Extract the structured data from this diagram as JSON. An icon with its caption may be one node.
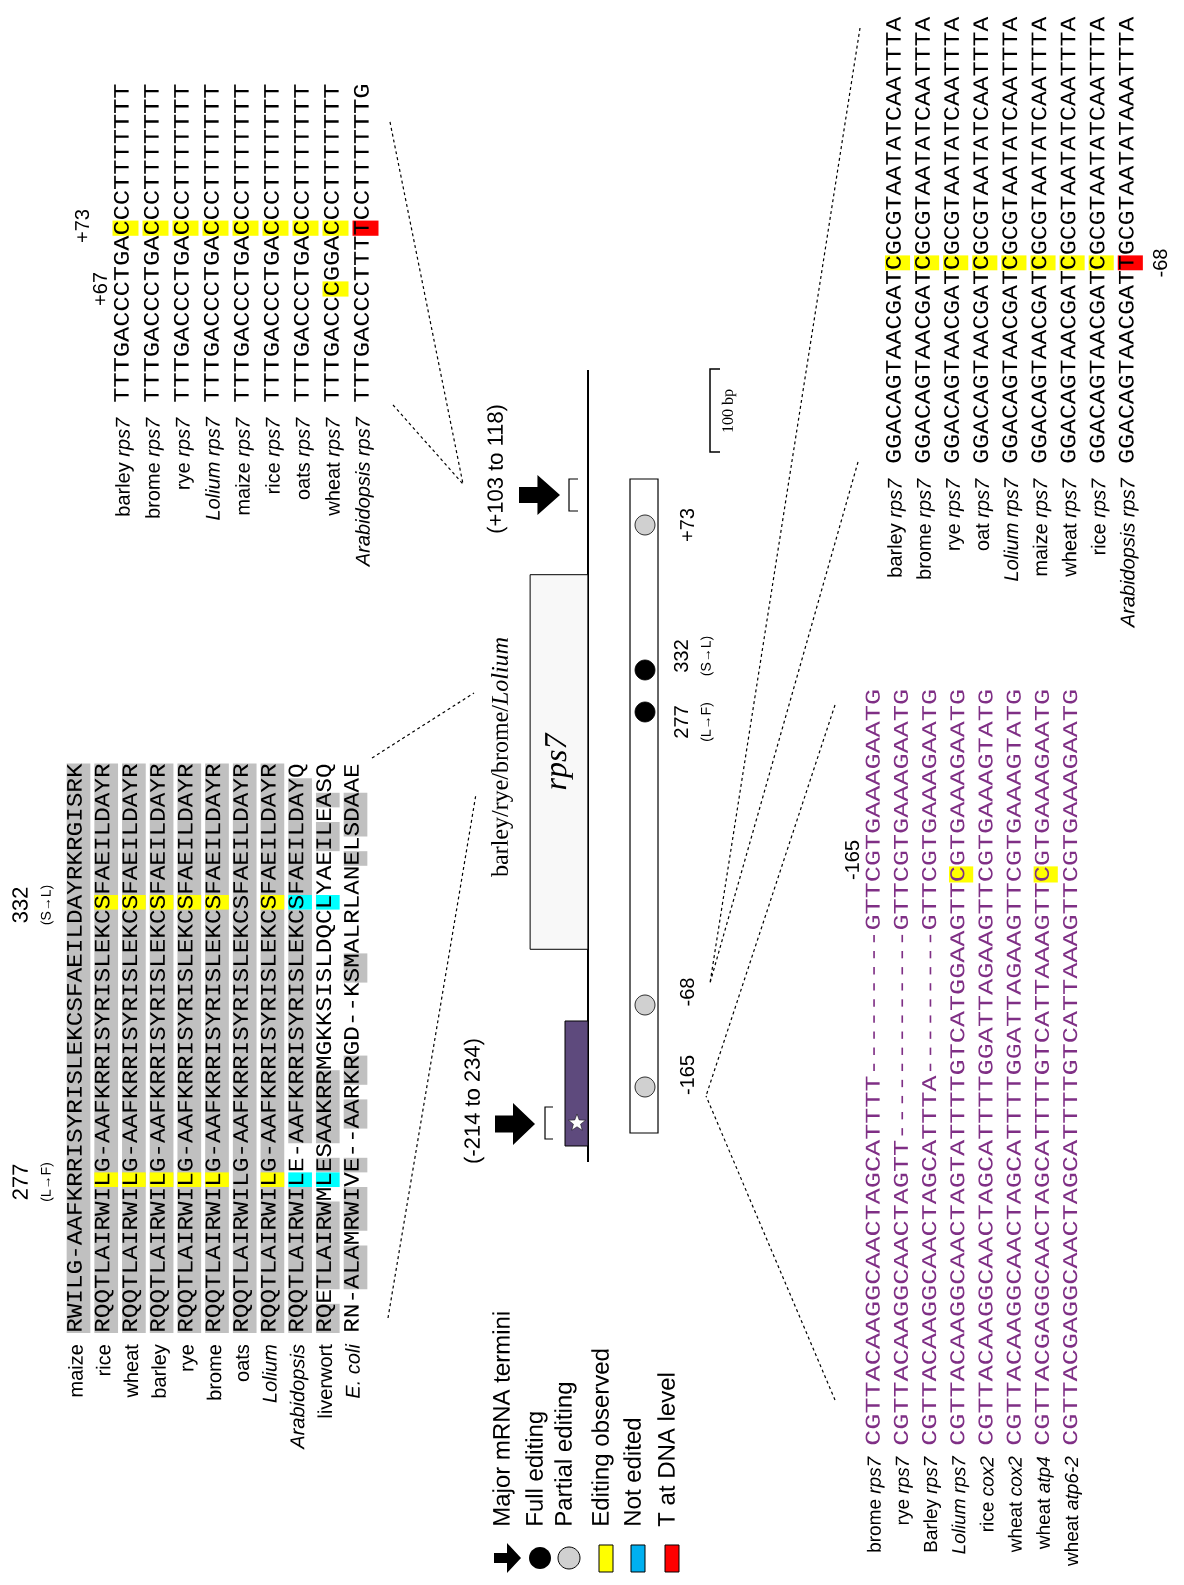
{
  "diagram": {
    "nodes": [
      {
        "text": [
          "rps7"
        ]
      }
    ],
    "labels": [
      "277",
      "(L→F)",
      "332",
      "(S→L)",
      "maize",
      "rice",
      "wheat",
      "barley",
      "rye",
      "brome",
      "oats",
      "Lolium",
      "Arabidopsis",
      "liverwort",
      "E. coli",
      "RWILG-AAFKRRISYRISLEKCSFAEILDAYRKRGISRK",
      "RQQTLAIRWILG-AAFKRRISYRISLEKCSFAEILDAYR",
      "RQQTLAIRWILG-AAFKRRISYRISLEKCSFAEILDAYR",
      "RQQTLAIRWILG-AAFKRRISYRISLEKCSFAEILDAYR",
      "RQQTLAIRWILG-AAFKRRISYRISLEKCSFAEILDAYR",
      "RQQTLAIRWILG-AAFKRRISYRISLEKCSFAEILDAYR",
      "RQQTLAIRWILG-AAFKRRISYRISLEKCSFAEILDAYR",
      "RQQTLAIRWILG-AAFKRRISYRISLEKCSFAEILDAYR",
      "RQQTLAIRWILE-AAFKRRISYRISLEKCSFAEILDAYQ",
      "RQETLAIRWMLESAAKRRMGKKSISLDQCLYAEILEASQ",
      "RN-ALAMRWIVE--AARKRGD--KSMALRLANELSDAAE",
      "+67",
      "+73",
      "barley *rps7*",
      "brome *rps7*",
      "rye *rps7*",
      "Lolium rps7",
      "maize *rps7*",
      "rice *rps7*",
      "oats *rps7*",
      "wheat *rps7*",
      "Arabidopsis rps7",
      "TTTGACCCTGACCCTTTTTTT",
      "TTTGACCCTGACCCTTTTTTT",
      "TTTGACCCTGACCCTTTTTTT",
      "TTTGACCCTGACCCTTTTTTT",
      "TTTGACCCTGACCCTTTTTTT",
      "TTTGACCCTGACCCTTTTTTT",
      "TTTGACCCTGACCCTTTTTTT",
      "TTTGACCCGGACCCTTTTTTT",
      "TTTGACCCTTTTCCTTTTTTG",
      "(+103 to 118)",
      "(-214 to 234)",
      "barley/rye/brome/*Lolium*",
      "+73",
      "332",
      "(S→L)",
      "277",
      "(L→F)",
      "-68",
      "-165",
      "100 bp",
      "-68",
      "barley *rps7*",
      "brome *rps7*",
      "rye *rps7*",
      "oat *rps7*",
      "Lolium rps7",
      "maize *rps7*",
      "wheat *rps7*",
      "rice *rps7*",
      "Arabidopsis rps7",
      "GGACAGTAACGATCGCGTAATATCAATTTA",
      "GGACAGTAACGATCGCGTAATATCAATTTA",
      "GGACAGTAACGATCGCGTAATATCAATTTA",
      "GGACAGTAACGATCGCGTAATATCAATTTA",
      "GGACAGTAACGATCGCGTAATATCAATTTA",
      "GGACAGTAACGATCGCGTAATATCAATTTA",
      "GGACAGTAACGATCGCGTAATATCAATTTA",
      "GGACAGTAACGATCGCGTAATATCAATTTA",
      "GGACAGTAACGATTGCGTAATATAAATTTA",
      "-165",
      "brome *rps7*",
      "rye *rps7*",
      "Barley *rps7*",
      "Lolium rps7",
      "rice *cox2*",
      "wheat *cox2*",
      "wheat *atp4*",
      "wheat *atp6-2*",
      "CGTTACAAGGCAACTAGCATTTT---------GTTCGTGAAAGAATG",
      "CGTTACAAGGCAACTAGTT-------------GTTCGTGAAAGAATG",
      "CGTTACAAGGCAACTAGCATTTA---------GTTCGTGAAAGAATG",
      "CGTTACAAGGCAACTAGTATTTTGTCATGGAAGTTCGTGAAAGAATG",
      "CGTTACAAGGCAACTAGCATTTTGGATTAGAAGTTCGTGAAAGTATG",
      "CGTTACAAGGCAACTAGCATTTTGGATTAGAAGTTCGTGAAAGTATG",
      "CGTTACGAGGCAACTAGCATTTTGTCATTAAAGTTCGTGAAAGAATG",
      "CGTTACGAGGCAACTAGCATTTTGTCATTAAAGTTCGTGAAAGAATG"
    ],
    "legend": [
      {
        "text": "Major mRNA termini"
      },
      {
        "text": "Full editing"
      },
      {
        "text": "Partial editing"
      },
      {
        "text": "Editing observed",
        "color": "#ffff00"
      },
      {
        "text": "Not edited",
        "color": "#00b0f0"
      },
      {
        "text": "T at DNA level",
        "color": "#ff0000"
      }
    ]
  }
}
